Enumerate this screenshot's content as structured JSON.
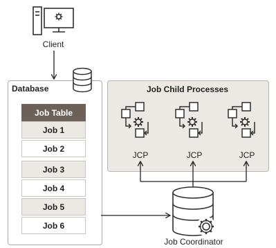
{
  "client": {
    "label": "Client"
  },
  "database": {
    "label": "Database",
    "table_header": "Job Table",
    "rows": [
      "Job 1",
      "Job 2",
      "Job 3",
      "Job 4",
      "Job 5",
      "Job 6"
    ]
  },
  "child_processes": {
    "title": "Job Child Processes",
    "jcps": [
      "JCP",
      "JCP",
      "JCP"
    ]
  },
  "coordinator": {
    "label": "Job Coordinator"
  },
  "colors": {
    "table_header": "#6c6158",
    "panel": "#ece9e4",
    "icon_stroke": "#2f2f2f",
    "line": "#222222"
  }
}
